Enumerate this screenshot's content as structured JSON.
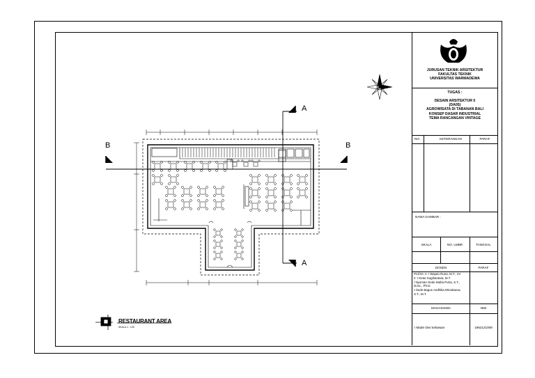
{
  "title_block": {
    "institution": [
      "JURUSAN TEKNIK ARSITEKTUR",
      "FAKULTAS TEKNIK",
      "UNIVERSITAS WARMADEWA"
    ],
    "task_label": "TUGAS :",
    "task": [
      "DESAIN ARSITEKTUR 5",
      "(DA05)",
      "AGROWISATA DI TABANAN BALI",
      "KONSEP DASAR INDUSTRIAL",
      "TEMA RANCANGAN VINTAGE"
    ],
    "table_headers": {
      "no": "NO.",
      "keterangan": "KETERANGAN",
      "paraf": "PARAF"
    },
    "nama_gambar": "NAMA GAMBAR :",
    "skala": "SKALA",
    "no_lmbr": "NO. LMBR",
    "tanggal": "TANGGAL",
    "dosen": "DOSEN",
    "paraf2": "PARAF",
    "dosen_names": [
      "Prof.Dr. Ir. I Wayan Runa, M.T., IAI",
      "Ir. I Ketut Sugihantara, M.T",
      "I Nyoman Gede Maha Putra, S.T.,",
      "M.Sc., Ph.D.",
      "I Gede Bagus Andhika Wicaksana,",
      "S.T., M.T."
    ],
    "mahasiswa": "MAHASISWA",
    "nim": "NIM",
    "student_name": "I Made Dwi Sebawan",
    "student_nim": "1962121009"
  },
  "drawing": {
    "section_a": "A",
    "section_b": "B",
    "title": "RESTAURANT AREA",
    "scale": "SKALA 1 : 100"
  }
}
